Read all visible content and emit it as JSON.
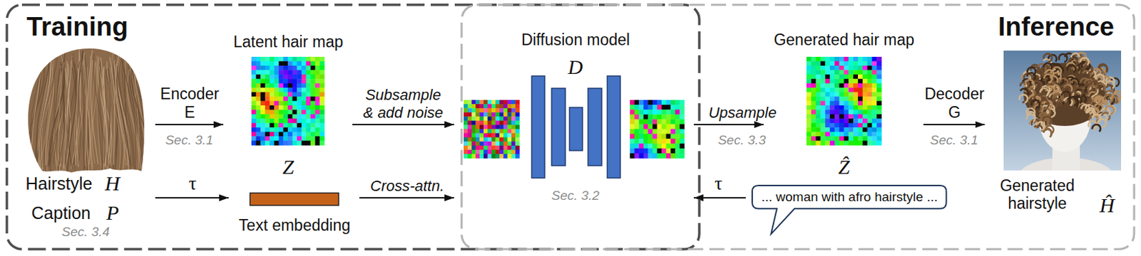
{
  "diagram": {
    "nodes": [
      {
        "text": [
          "Training"
        ]
      },
      {
        "text": [
          "Inference"
        ]
      },
      {
        "text": [
          "Hairstyle",
          "H",
          "Caption",
          "P",
          "Sec. 3.4"
        ],
        "in": 0
      },
      {
        "text": [
          "Latent hair map",
          "Z"
        ],
        "in": 0
      },
      {
        "text": [
          "Text embedding"
        ],
        "in": 0
      },
      {
        "text": [
          "Diffusion model",
          "D",
          "Sec. 3.2"
        ]
      },
      {
        "text": [
          "Generated hair map",
          "Ẑ"
        ],
        "in": 1
      },
      {
        "text": [
          "... woman with afro hairstyle ..."
        ],
        "in": 1
      },
      {
        "text": [
          "Generated hairstyle",
          "Ĥ"
        ],
        "in": 1
      }
    ],
    "edges": [
      {
        "from": 2,
        "to": 3,
        "label": "Encoder E",
        "arrow": "to"
      },
      {
        "from": 2,
        "to": 4,
        "label": "τ",
        "arrow": "to"
      },
      {
        "from": 3,
        "to": 5,
        "label": "Subsample & add noise",
        "arrow": "to"
      },
      {
        "from": 4,
        "to": 5,
        "label": "Cross-attn.",
        "arrow": "to"
      },
      {
        "from": 5,
        "to": 6,
        "label": "Upsample",
        "arrow": "to"
      },
      {
        "from": 6,
        "to": 8,
        "label": "Decoder G",
        "arrow": "to"
      },
      {
        "from": 7,
        "to": 5,
        "label": "τ",
        "arrow": "to"
      }
    ],
    "labels": [
      "Sec. 3.1",
      "Sec. 3.3",
      "Sec. 3.1"
    ]
  }
}
